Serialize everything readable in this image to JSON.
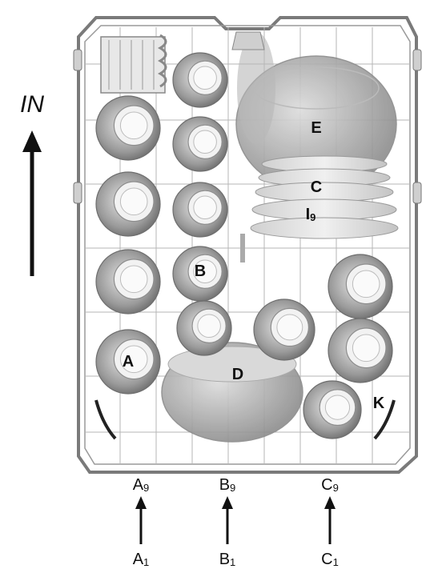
{
  "direction_label": "IN",
  "item_labels": {
    "a": "A",
    "b": "B",
    "c": "C",
    "d": "D",
    "e": "E",
    "k": "K",
    "i": "I",
    "i_sub": "9"
  },
  "row_markers": [
    {
      "top_letter": "A",
      "top_sub": "9",
      "bottom_letter": "A",
      "bottom_sub": "1"
    },
    {
      "top_letter": "B",
      "top_sub": "9",
      "bottom_letter": "B",
      "bottom_sub": "1"
    },
    {
      "top_letter": "C",
      "top_sub": "9",
      "bottom_letter": "C",
      "bottom_sub": "1"
    }
  ]
}
